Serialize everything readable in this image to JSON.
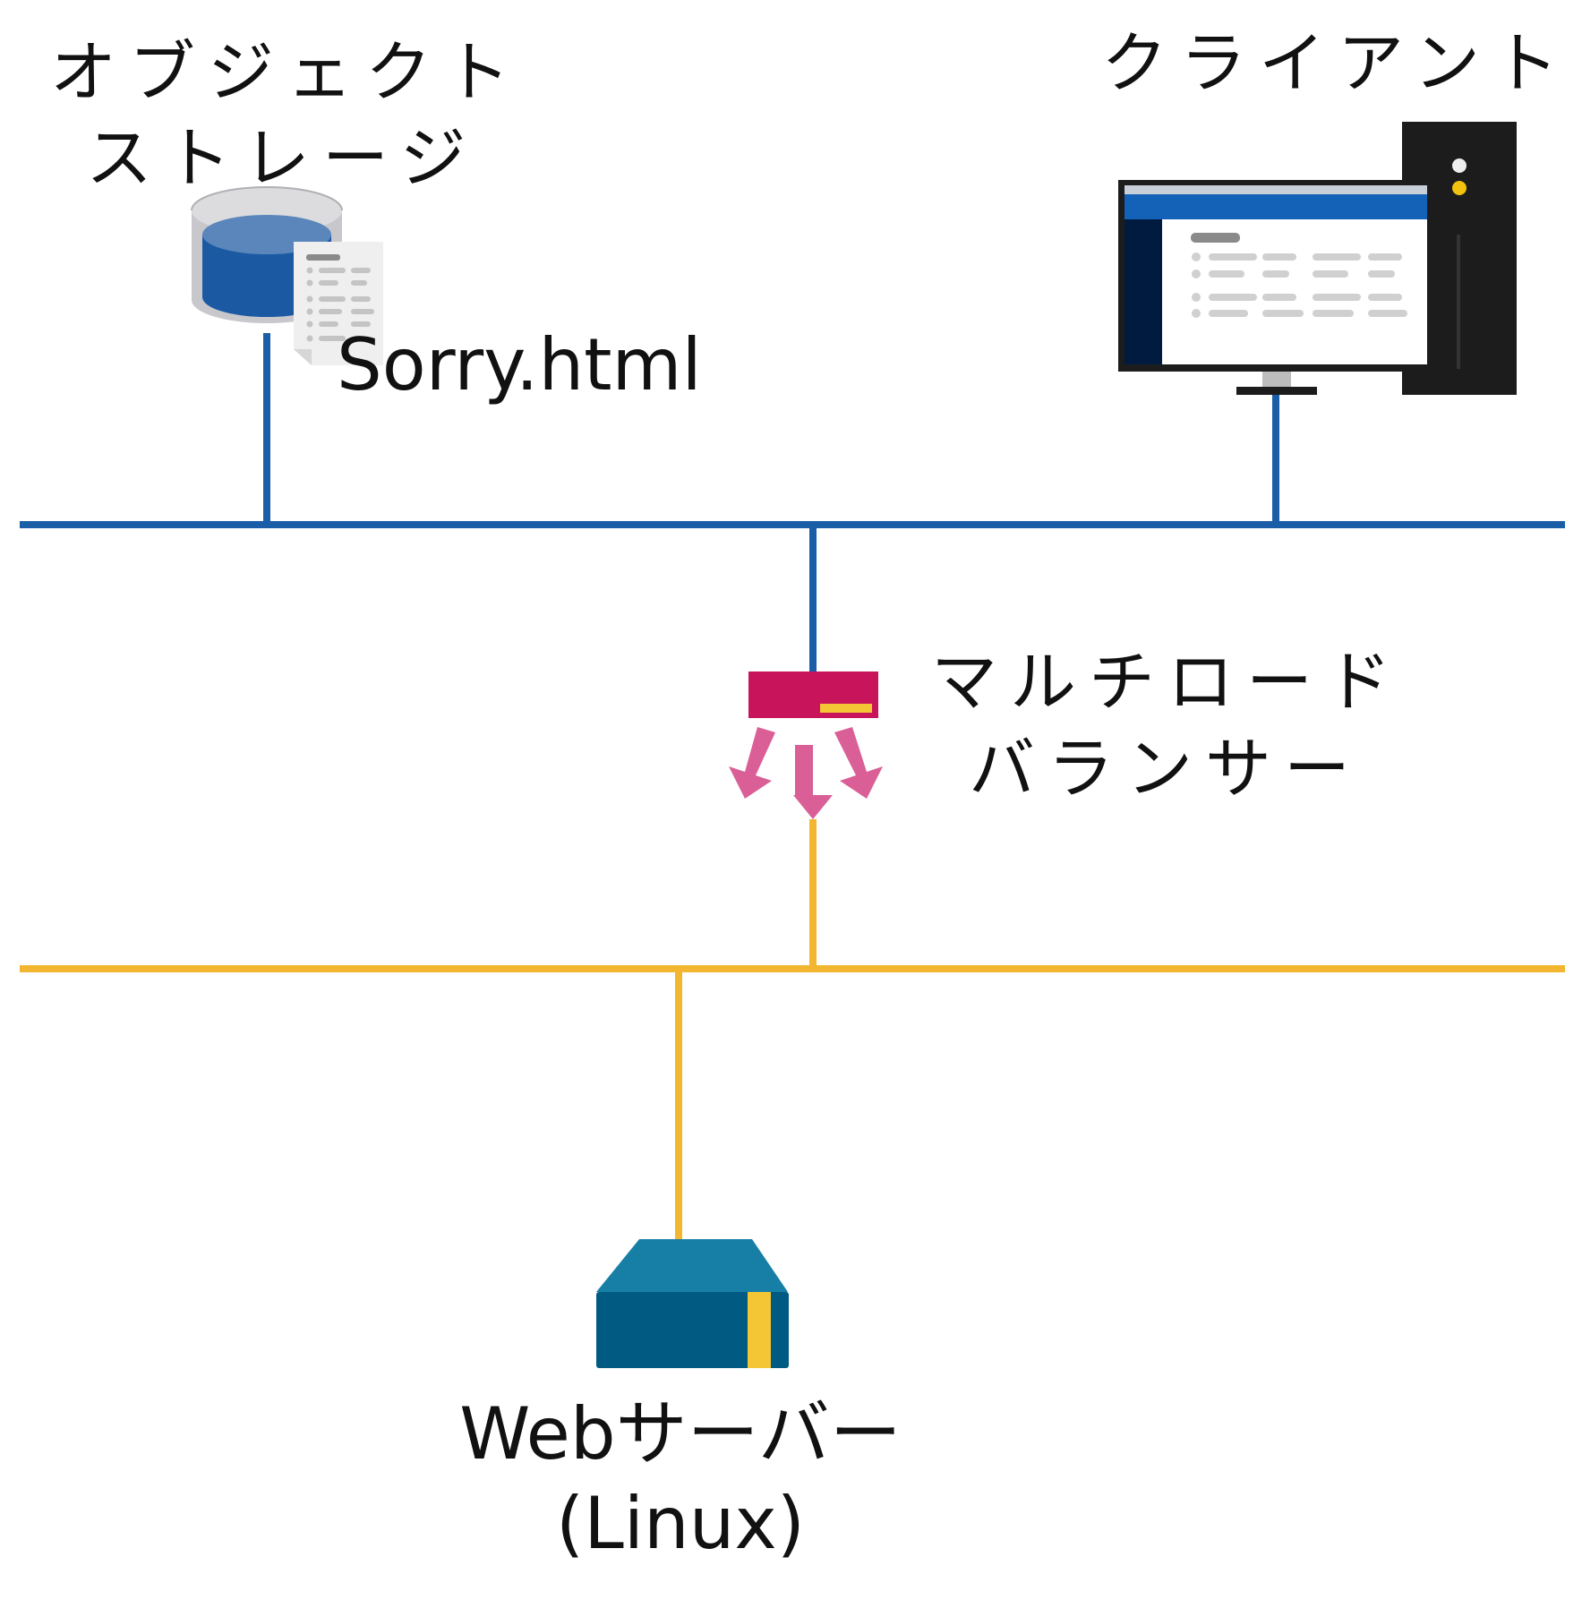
{
  "nodes": {
    "object_storage": {
      "label_line1": "オブジェクト",
      "label_line2": "ストレージ",
      "file_label": "Sorry.html",
      "icon": "database-icon"
    },
    "client": {
      "label": "クライアント",
      "icon": "desktop-computer-icon"
    },
    "load_balancer": {
      "label_line1": "マルチロード",
      "label_line2": "バランサー",
      "icon": "load-balancer-icon"
    },
    "web_server": {
      "label_line1": "Webサーバー",
      "label_line2": "(Linux)",
      "icon": "server-icon"
    }
  },
  "networks": {
    "upper": {
      "color": "#1a5ea8"
    },
    "lower": {
      "color": "#f2b630"
    }
  },
  "colors": {
    "lb_body": "#c8145a",
    "lb_arrows": "#d95f96",
    "server_top": "#177fa6",
    "server_front": "#005a82",
    "server_accent": "#f4c535",
    "db_blue": "#1b5aa3",
    "monitor_frame": "#1c1c1c"
  }
}
